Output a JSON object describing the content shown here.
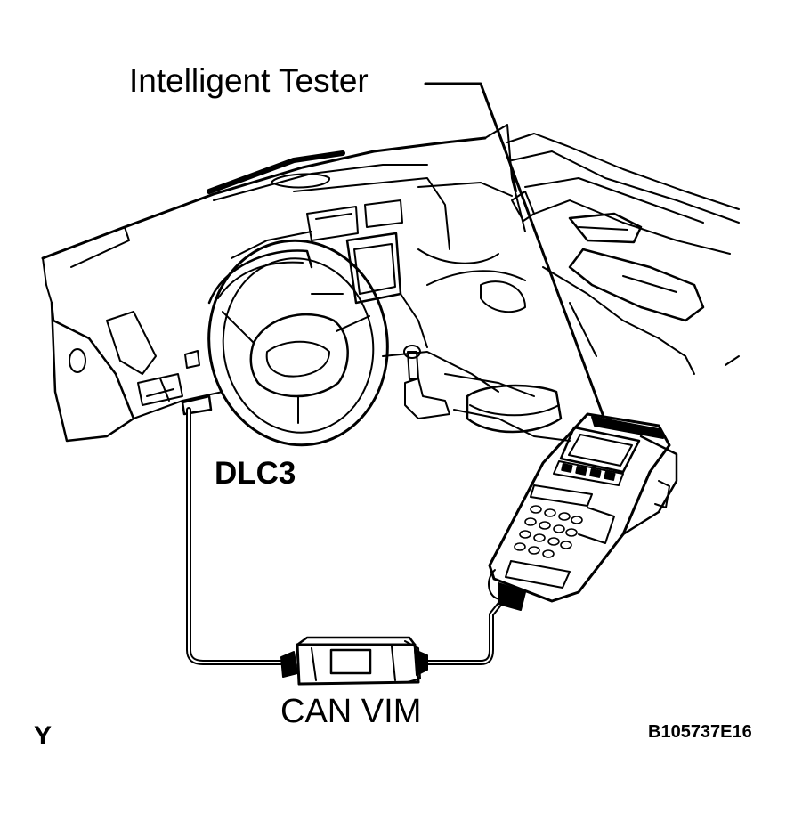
{
  "labels": {
    "intelligent_tester": "Intelligent Tester",
    "dlc3": "DLC3",
    "can_vim": "CAN VIM",
    "view_code": "Y",
    "figure_id": "B105737E16"
  },
  "colors": {
    "line": "#000000",
    "background": "#ffffff"
  }
}
